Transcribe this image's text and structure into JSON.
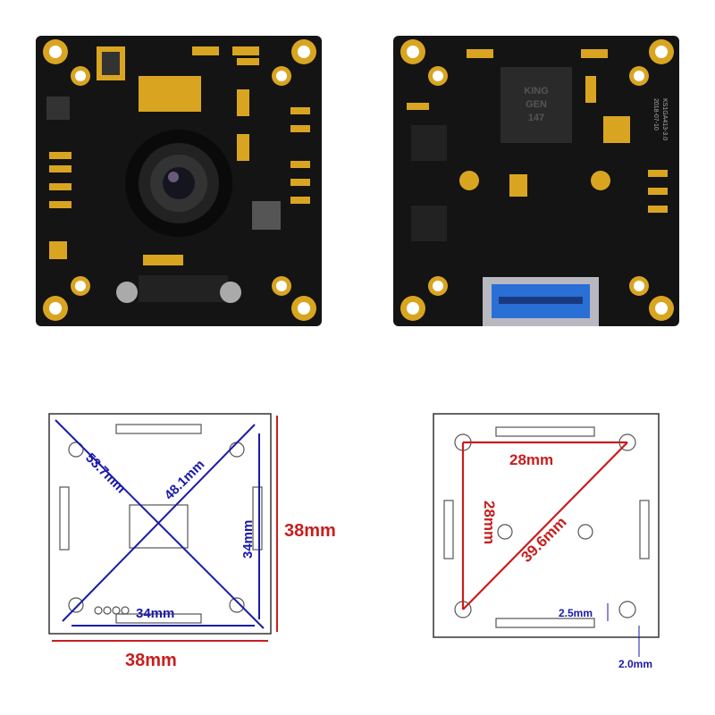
{
  "front_board": {
    "chip_text": ""
  },
  "back_board": {
    "chip_line1": "KING",
    "chip_line2": "GEN",
    "chip_line3": "147",
    "silk_line1": "2018-07-10",
    "silk_line2": "KS1GA413-3.0"
  },
  "diagram_left": {
    "diag1": "53.7mm",
    "diag2": "48.1mm",
    "inner_h": "34mm",
    "inner_w": "34mm",
    "outer_h": "38mm",
    "outer_w": "38mm"
  },
  "diagram_right": {
    "top": "28mm",
    "left": "28mm",
    "diag": "39.6mm",
    "hole_d": "2.5mm",
    "edge": "2.0mm"
  },
  "colors": {
    "pcb": "#141414",
    "gold": "#d9a521",
    "blue_dim": "#1a1aa8",
    "red_dim": "#c81e1e",
    "usb_blue": "#2a6fd6"
  }
}
